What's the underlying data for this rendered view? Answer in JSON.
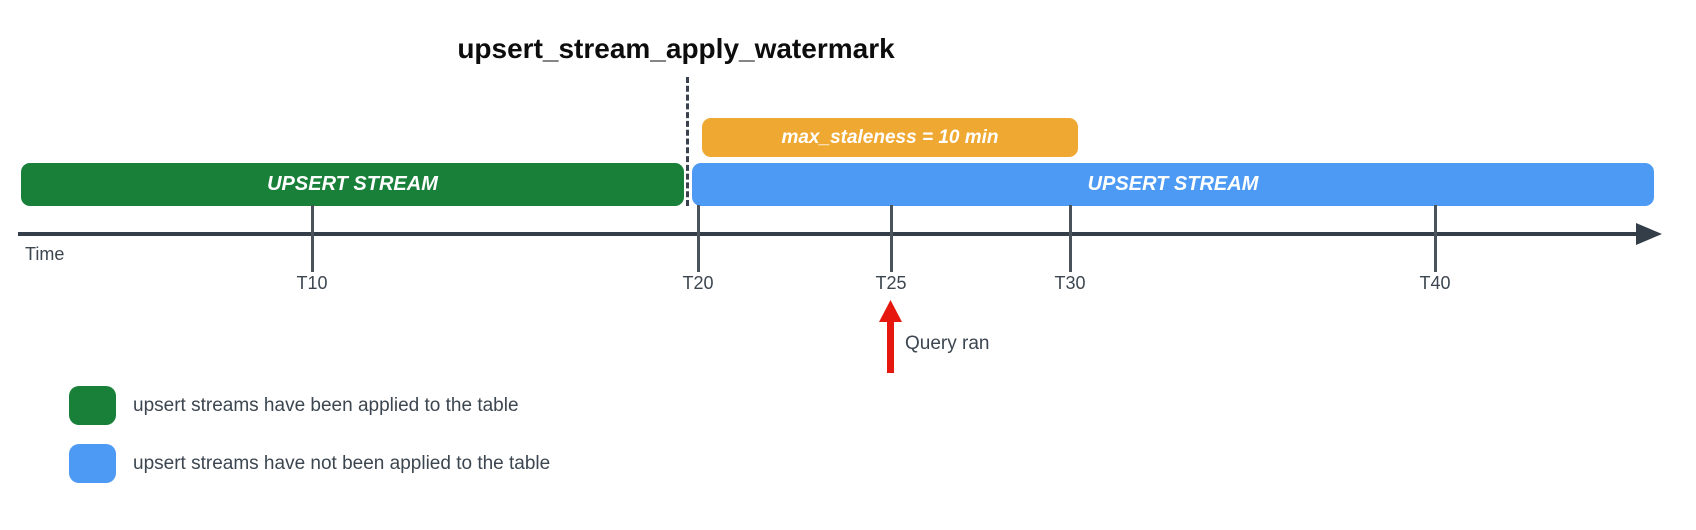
{
  "title": "upsert_stream_apply_watermark",
  "bars": {
    "staleness": {
      "label": "max_staleness = 10 min"
    },
    "applied": {
      "label": "UPSERT STREAM"
    },
    "pending": {
      "label": "UPSERT STREAM"
    }
  },
  "timeline": {
    "axis_label": "Time",
    "tick_labels": [
      "T10",
      "T20",
      "T25",
      "T30",
      "T40"
    ]
  },
  "annotation": {
    "query_ran": "Query ran"
  },
  "legend": {
    "items": [
      {
        "swatch": "green",
        "label": "upsert streams have been applied to the table"
      },
      {
        "swatch": "blue",
        "label": "upsert streams have not been applied to the table"
      }
    ]
  },
  "colors": {
    "green": "#188038",
    "blue": "#4d9af5",
    "orange": "#efa831",
    "red": "#e5170f",
    "axis": "#333e49",
    "text": "#3c4650"
  }
}
